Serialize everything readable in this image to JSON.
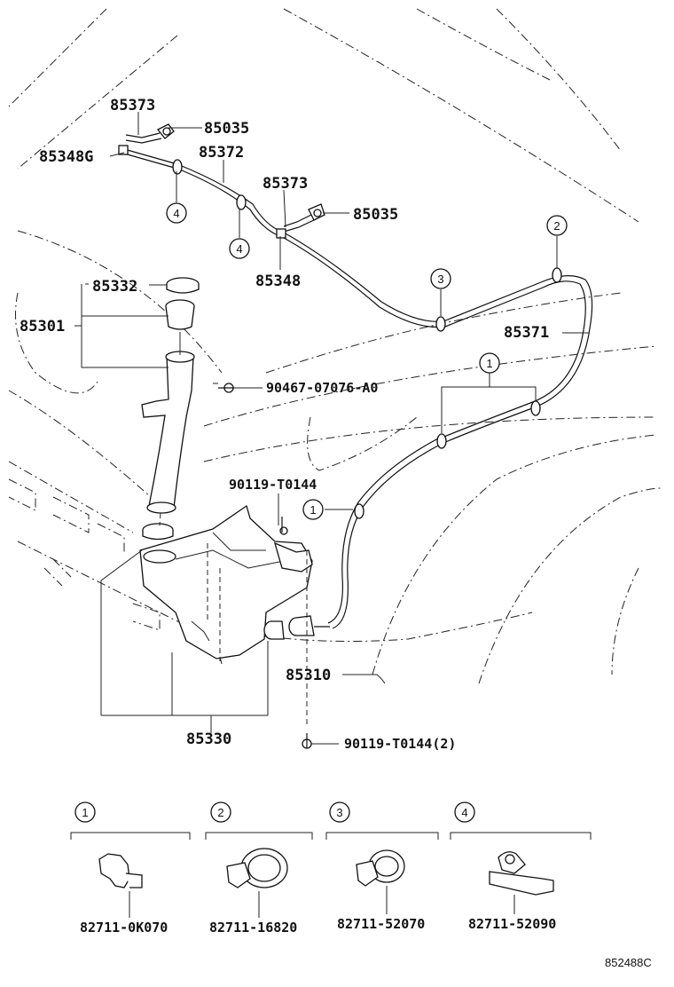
{
  "diagram_code": "852488C",
  "callouts": {
    "c85373a": "85373",
    "c85035a": "85035",
    "c85348g": "85348G",
    "c85372": "85372",
    "c85373b": "85373",
    "c85035b": "85035",
    "c85348": "85348",
    "c85332": "85332",
    "c85301": "85301",
    "c90467": "90467-07076-A0",
    "c85371": "85371",
    "c90119a": "90119-T0144",
    "c85310": "85310",
    "c85330": "85330",
    "c90119b": "90119-T0144(2)"
  },
  "markers": {
    "m1": "1",
    "m2": "2",
    "m3": "3",
    "m4": "4"
  },
  "legend": [
    {
      "marker": "1",
      "part_number": "82711-0K070"
    },
    {
      "marker": "2",
      "part_number": "82711-16820"
    },
    {
      "marker": "3",
      "part_number": "82711-52070"
    },
    {
      "marker": "4",
      "part_number": "82711-52090"
    }
  ]
}
